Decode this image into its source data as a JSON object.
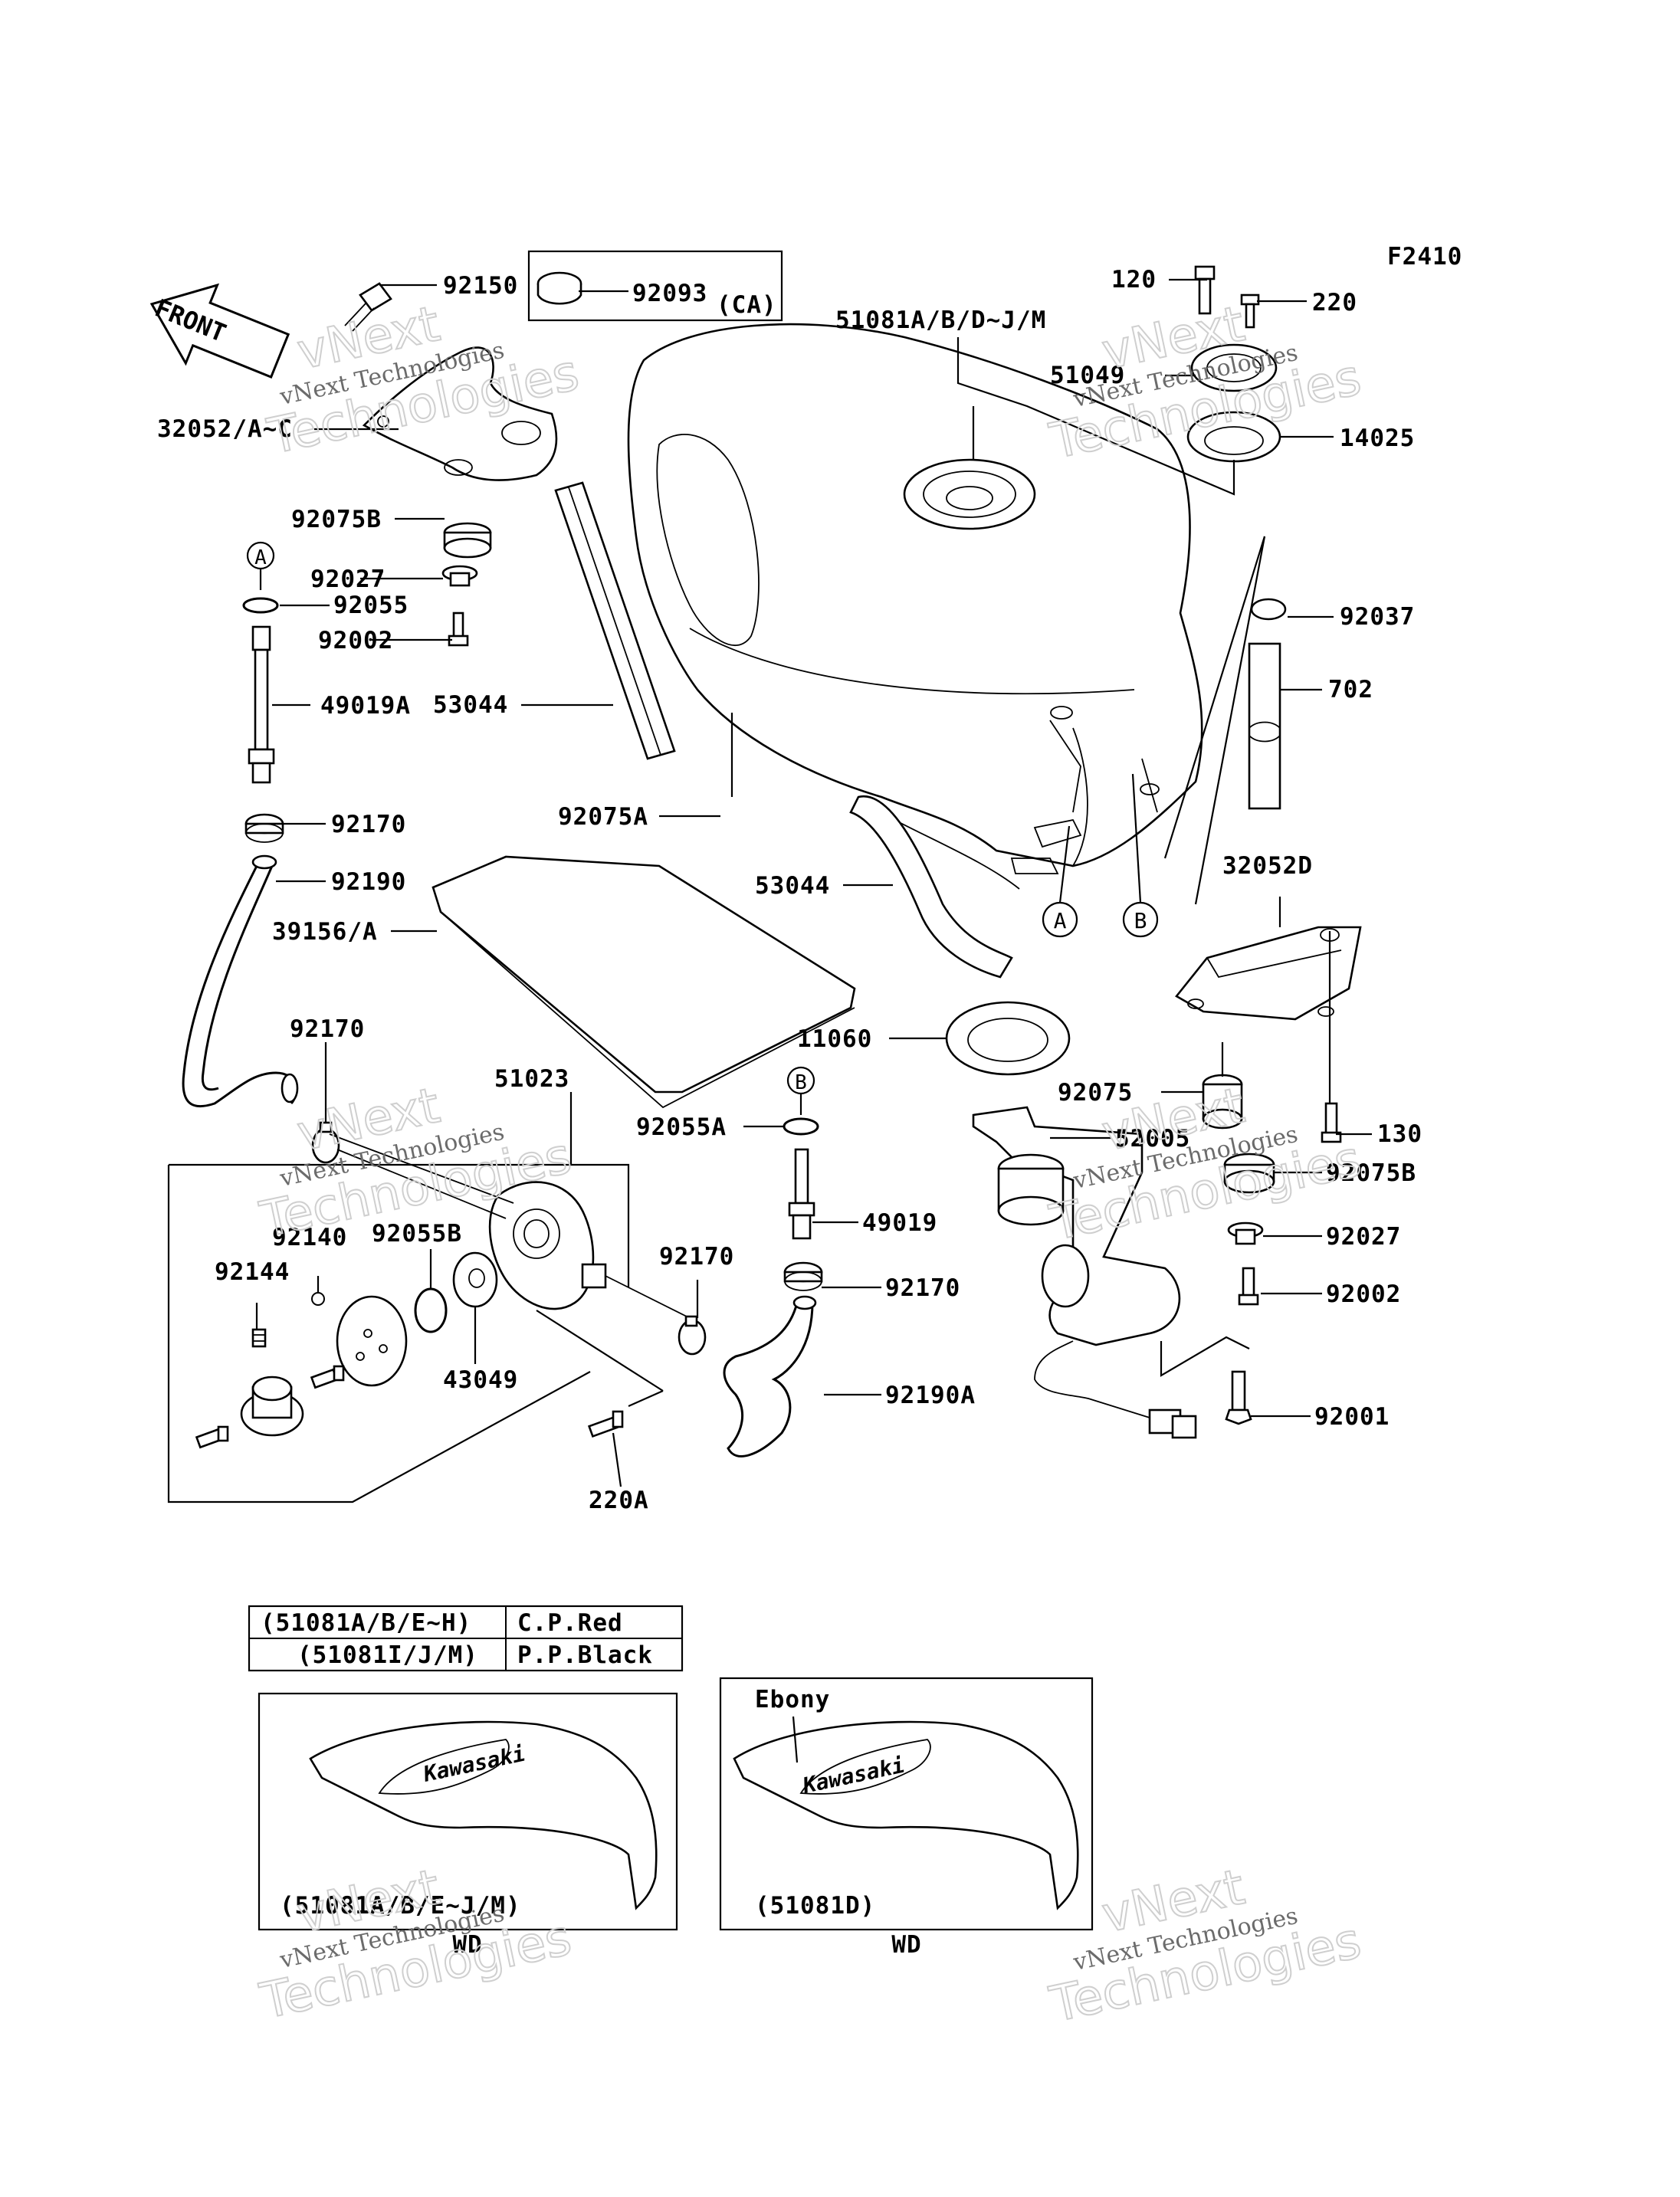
{
  "figure_code": "F2410",
  "front_label": "FRONT",
  "callouts": {
    "92150": "92150",
    "92093": "92093",
    "92093_note": "(CA)",
    "51081_main": "51081A/B/D~J/M",
    "120": "120",
    "220": "220",
    "51049": "51049",
    "14025": "14025",
    "32052_ac": "32052/A~C",
    "92075B_top": "92075B",
    "92027_top": "92027",
    "92055": "92055",
    "92002_top": "92002",
    "49019A": "49019A",
    "53044_left": "53044",
    "92037": "92037",
    "702": "702",
    "92075A": "92075A",
    "92170_a": "92170",
    "92190": "92190",
    "39156": "39156/A",
    "53044_bottom": "53044",
    "32052D": "32052D",
    "92170_b": "92170",
    "51023": "51023",
    "11060": "11060",
    "92075": "92075",
    "130": "130",
    "92055A": "92055A",
    "52005": "52005",
    "92075B_bottom": "92075B",
    "92140": "92140",
    "92055B": "92055B",
    "92144": "92144",
    "49019": "49019",
    "92170_c": "92170",
    "92027_bottom": "92027",
    "92170_d": "92170",
    "92002_bottom": "92002",
    "43049": "43049",
    "92190A": "92190A",
    "92001": "92001",
    "220A": "220A"
  },
  "refs": {
    "A": "A",
    "B": "B"
  },
  "color_table": {
    "rows": [
      {
        "model": "(51081A/B/E~H)",
        "color": "C.P.Red"
      },
      {
        "model": "(51081I/J/M)",
        "color": "P.P.Black"
      }
    ]
  },
  "variants": [
    {
      "caption": "(51081A/B/E~J/M)",
      "wd": "WD",
      "logo": "Kawasaki",
      "tag": ""
    },
    {
      "caption": "(51081D)",
      "wd": "WD",
      "logo": "Kawasaki",
      "tag": "Ebony"
    }
  ],
  "watermark": {
    "brand": "vNext",
    "line1": "vNext Technologies",
    "line2": "Technologies"
  }
}
